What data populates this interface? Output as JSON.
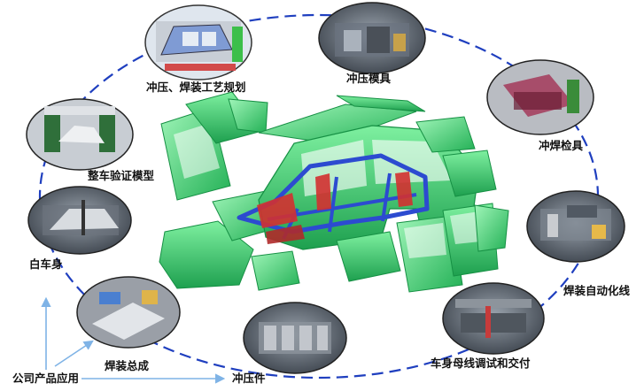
{
  "stages": [
    {
      "id": "process",
      "label": "冲压、焊装工艺规划",
      "icon": "process-plan-photo"
    },
    {
      "id": "die",
      "label": "冲压模具",
      "icon": "stamping-die-photo"
    },
    {
      "id": "fixture",
      "label": "冲焊检具",
      "icon": "inspection-fixture-photo"
    },
    {
      "id": "autoline",
      "label": "焊装自动化线",
      "icon": "automation-line-photo"
    },
    {
      "id": "mainline",
      "label": "车身母线调试和交付",
      "icon": "body-line-photo"
    },
    {
      "id": "stamping",
      "label": "冲压件",
      "icon": "stamping-parts-photo"
    },
    {
      "id": "assembly",
      "label": "焊装总成",
      "icon": "welding-assembly-photo"
    },
    {
      "id": "biw",
      "label": "白车身",
      "icon": "body-in-white-photo"
    },
    {
      "id": "model",
      "label": "整车验证模型",
      "icon": "verification-model-photo"
    }
  ],
  "product_label": "公司产品应用",
  "colors": {
    "ring": "#1f3fbf",
    "arrow": "#7fb3e6",
    "panel_green": "#3dd070",
    "frame_blue": "#2c4bd0",
    "frame_red": "#d33030"
  }
}
